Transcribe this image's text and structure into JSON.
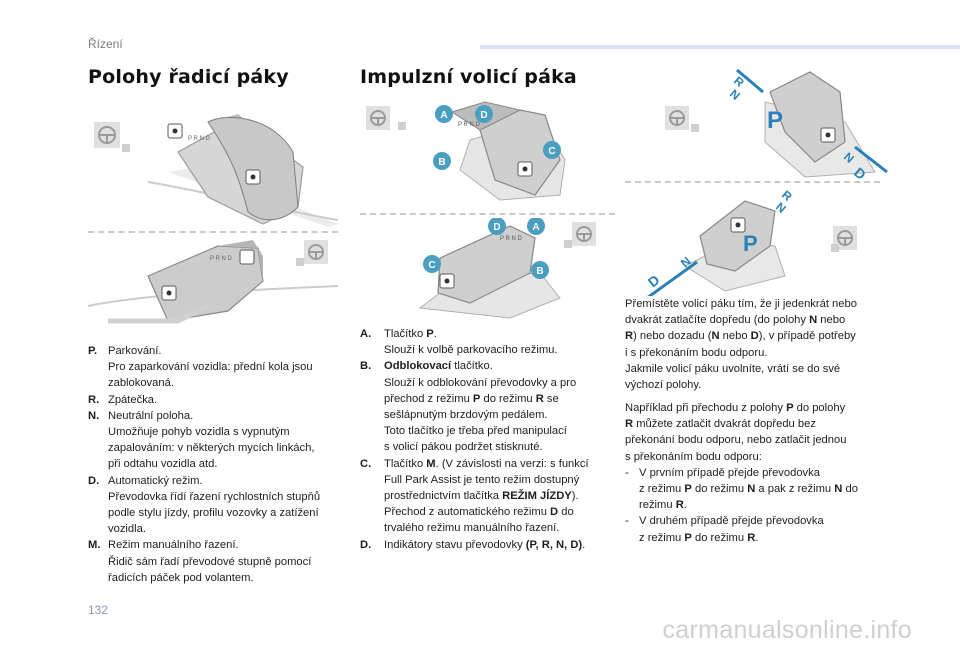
{
  "header": {
    "section": "Řízení"
  },
  "left": {
    "title": "Polohy řadicí páky",
    "items": [
      {
        "key": "P.",
        "lines": [
          "Parkování.",
          "Pro zaparkování vozidla: přední kola jsou",
          "zablokovaná."
        ]
      },
      {
        "key": "R.",
        "lines": [
          "Zpátečka."
        ]
      },
      {
        "key": "N.",
        "lines": [
          "Neutrální poloha.",
          "Umožňuje pohyb vozidla s vypnutým",
          "zapalováním: v některých mycích linkách,",
          "při odtahu vozidla atd."
        ]
      },
      {
        "key": "D.",
        "lines": [
          "Automatický režim.",
          "Převodovka řídí řazení rychlostních stupňů",
          "podle stylu jízdy, profilu vozovky a zatížení",
          "vozidla."
        ]
      },
      {
        "key": "M.",
        "lines": [
          "Režim manuálního řazení.",
          "Řidič sám řadí převodové stupně pomocí",
          "řadicích páček pod volantem."
        ]
      }
    ]
  },
  "middle": {
    "title": "Impulzní volicí páka",
    "badges": {
      "a": "A",
      "b": "B",
      "c": "C",
      "d": "D"
    },
    "item_a": {
      "key": "A.",
      "l1a": "Tlačítko ",
      "l1b": "P",
      "l1c": ".",
      "l2": "Slouží k volbě parkovacího režimu."
    },
    "item_b": {
      "key": "B.",
      "l1a": "Odblokovací",
      "l1b": " tlačítko.",
      "l2": "Slouží k odblokování převodovky a pro",
      "l3a": "přechod z režimu ",
      "l3b": "P",
      "l3c": " do režimu ",
      "l3d": "R",
      "l3e": " se",
      "l4": "sešlápnutým brzdovým pedálem.",
      "l5": "Toto tlačítko je třeba před manipulací",
      "l6": "s volicí pákou podržet stisknuté."
    },
    "item_c": {
      "key": "C.",
      "l1a": "Tlačítko ",
      "l1b": "M",
      "l1c": ". (V závislosti na verzi: s funkcí",
      "l2": "Full Park Assist je tento režim dostupný",
      "l3a": "prostřednictvím tlačítka ",
      "l3b": "REŽIM JÍZDY",
      "l3c": ").",
      "l4a": "Přechod z automatického režimu ",
      "l4b": "D",
      "l4c": " do",
      "l5": "trvalého režimu manuálního řazení."
    },
    "item_d": {
      "key": "D.",
      "l1a": "Indikátory stavu převodovky ",
      "l1b": "(P, R, N, D)",
      "l1c": "."
    }
  },
  "right": {
    "gear_labels": {
      "p": "P",
      "r": "R",
      "n": "N",
      "d": "D"
    },
    "p1": {
      "l1": "Přemístěte volicí páku tím, že ji jedenkrát nebo",
      "l2a": "dvakrát zatlačíte dopředu (do polohy ",
      "l2b": "N",
      "l2c": " nebo",
      "l3a": "R",
      "l3b": ") nebo dozadu (",
      "l3c": "N",
      "l3d": " nebo ",
      "l3e": "D",
      "l3f": "), v případě potřeby",
      "l4": "i s překonáním bodu odporu.",
      "l5": "Jakmile volicí páku uvolníte, vrátí se do své",
      "l6": "výchozí polohy."
    },
    "p2": {
      "l1a": "Například při přechodu z polohy ",
      "l1b": "P",
      "l1c": " do polohy",
      "l2a": "R",
      "l2b": " můžete zatlačit dvakrát dopředu bez",
      "l3": "překonání bodu odporu, nebo zatlačit jednou",
      "l4": "s překonáním bodu odporu:",
      "b1": {
        "dash": "-",
        "l1": "V prvním případě přejde převodovka",
        "l2a": "z režimu ",
        "l2b": "P",
        "l2c": " do režimu ",
        "l2d": "N",
        "l2e": " a pak z režimu ",
        "l2f": "N",
        "l2g": " do",
        "l3a": "režimu ",
        "l3b": "R",
        "l3c": "."
      },
      "b2": {
        "dash": "-",
        "l1": "V druhém případě přejde převodovka",
        "l2a": "z režimu ",
        "l2b": "P",
        "l2c": " do režimu ",
        "l2d": "R",
        "l2e": "."
      }
    }
  },
  "footer": {
    "page_number": "132",
    "watermark": "carmanualsonline.info"
  },
  "colors": {
    "badge": "#4a9fc0",
    "arrow": "#2a80b9",
    "text": "#1e1e1e"
  }
}
